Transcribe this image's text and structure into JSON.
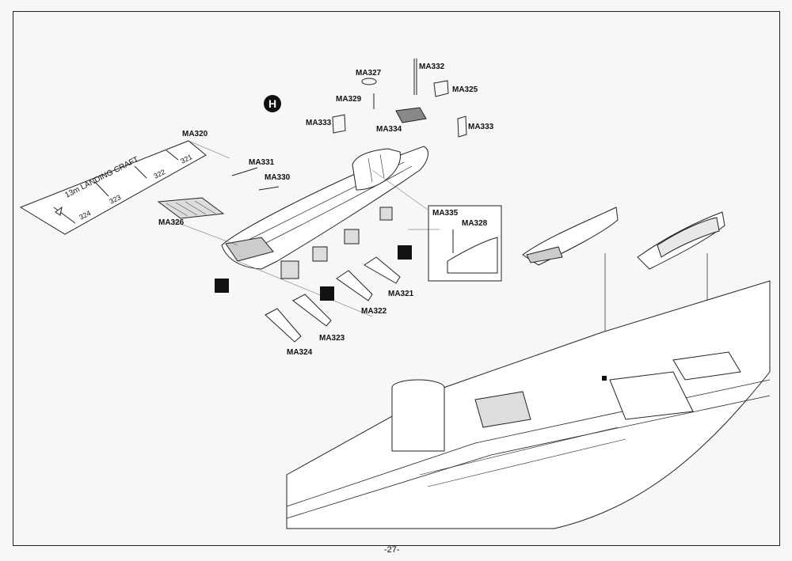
{
  "step": "H",
  "page_number": "-27-",
  "sprue": {
    "title": "13m LANDING CRAFT",
    "numbers": [
      "321",
      "322",
      "323",
      "324"
    ]
  },
  "parts": {
    "ma320": "MA320",
    "ma321": "MA321",
    "ma322": "MA322",
    "ma323": "MA323",
    "ma324": "MA324",
    "ma325": "MA325",
    "ma326": "MA326",
    "ma327": "MA327",
    "ma328": "MA328",
    "ma329": "MA329",
    "ma330": "MA330",
    "ma331": "MA331",
    "ma332": "MA332",
    "ma333a": "MA333",
    "ma333b": "MA333",
    "ma334": "MA334",
    "ma335": "MA335"
  }
}
